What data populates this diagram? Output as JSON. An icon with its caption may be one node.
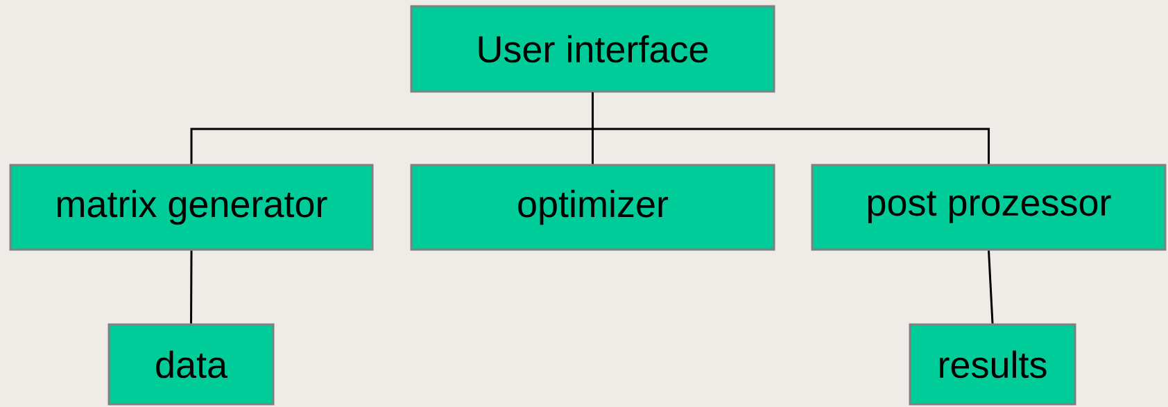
{
  "diagram": {
    "nodes": [
      {
        "text": [
          "User interface"
        ]
      },
      {
        "text": [
          "matrix generator"
        ]
      },
      {
        "text": [
          "optimizer"
        ]
      },
      {
        "text": [
          "post prozessor"
        ]
      },
      {
        "text": [
          "data"
        ]
      },
      {
        "text": [
          "results"
        ]
      }
    ],
    "edges": [
      {
        "from": 0,
        "to": 1,
        "arrow": "none"
      },
      {
        "from": 0,
        "to": 2,
        "arrow": "none"
      },
      {
        "from": 0,
        "to": 3,
        "arrow": "none"
      },
      {
        "from": 1,
        "to": 4,
        "arrow": "none"
      },
      {
        "from": 3,
        "to": 5,
        "arrow": "none"
      }
    ]
  }
}
